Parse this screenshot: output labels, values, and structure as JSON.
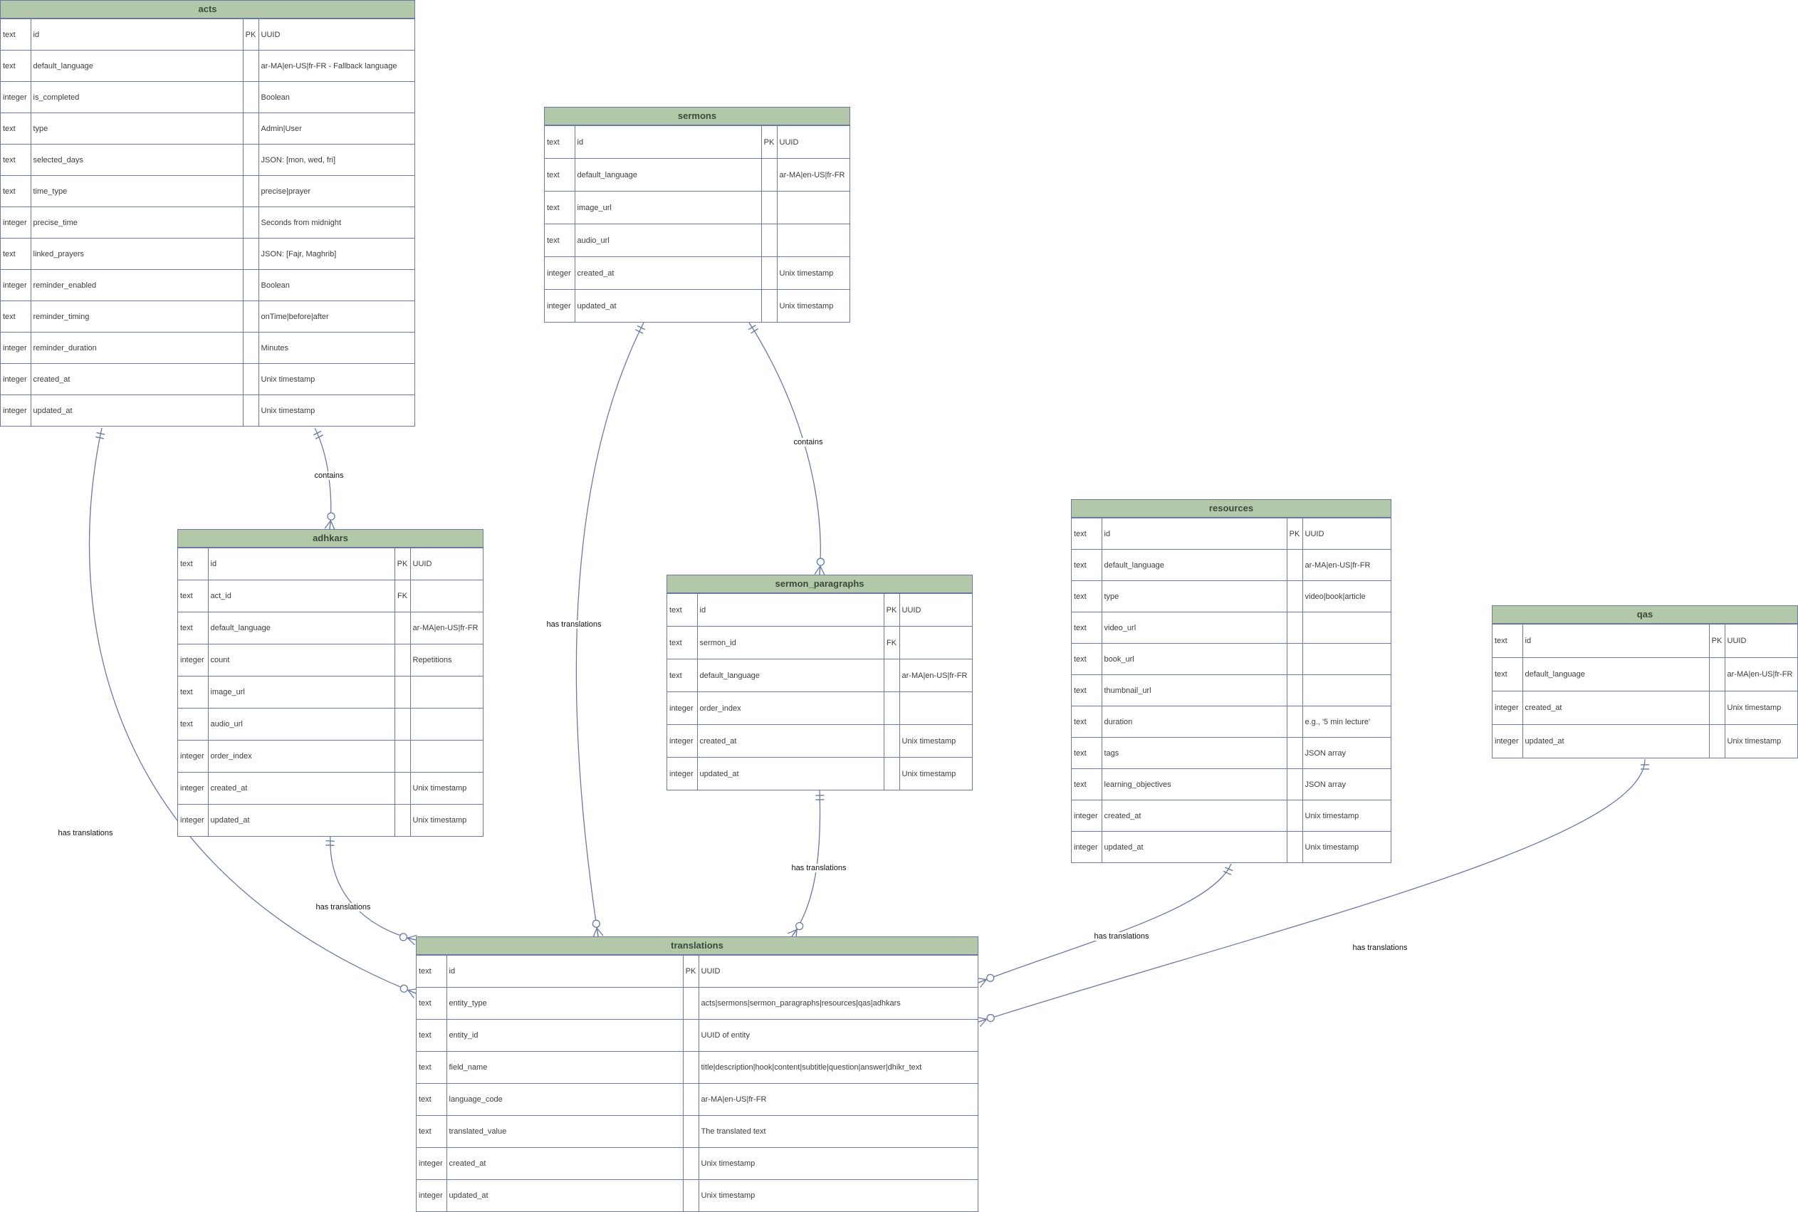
{
  "entities": [
    {
      "id": "acts",
      "name": "acts",
      "columns": [
        {
          "type": "text",
          "name": "id",
          "key": "PK",
          "note": "UUID"
        },
        {
          "type": "text",
          "name": "default_language",
          "key": "",
          "note": "ar-MA|en-US|fr-FR - Fallback language"
        },
        {
          "type": "integer",
          "name": "is_completed",
          "key": "",
          "note": "Boolean"
        },
        {
          "type": "text",
          "name": "type",
          "key": "",
          "note": "Admin|User"
        },
        {
          "type": "text",
          "name": "selected_days",
          "key": "",
          "note": "JSON: [mon, wed, fri]"
        },
        {
          "type": "text",
          "name": "time_type",
          "key": "",
          "note": "precise|prayer"
        },
        {
          "type": "integer",
          "name": "precise_time",
          "key": "",
          "note": "Seconds from midnight"
        },
        {
          "type": "text",
          "name": "linked_prayers",
          "key": "",
          "note": "JSON: [Fajr, Maghrib]"
        },
        {
          "type": "integer",
          "name": "reminder_enabled",
          "key": "",
          "note": "Boolean"
        },
        {
          "type": "text",
          "name": "reminder_timing",
          "key": "",
          "note": "onTime|before|after"
        },
        {
          "type": "integer",
          "name": "reminder_duration",
          "key": "",
          "note": "Minutes"
        },
        {
          "type": "integer",
          "name": "created_at",
          "key": "",
          "note": "Unix timestamp"
        },
        {
          "type": "integer",
          "name": "updated_at",
          "key": "",
          "note": "Unix timestamp"
        }
      ]
    },
    {
      "id": "sermons",
      "name": "sermons",
      "columns": [
        {
          "type": "text",
          "name": "id",
          "key": "PK",
          "note": "UUID"
        },
        {
          "type": "text",
          "name": "default_language",
          "key": "",
          "note": "ar-MA|en-US|fr-FR"
        },
        {
          "type": "text",
          "name": "image_url",
          "key": "",
          "note": ""
        },
        {
          "type": "text",
          "name": "audio_url",
          "key": "",
          "note": ""
        },
        {
          "type": "integer",
          "name": "created_at",
          "key": "",
          "note": "Unix timestamp"
        },
        {
          "type": "integer",
          "name": "updated_at",
          "key": "",
          "note": "Unix timestamp"
        }
      ]
    },
    {
      "id": "adhkars",
      "name": "adhkars",
      "columns": [
        {
          "type": "text",
          "name": "id",
          "key": "PK",
          "note": "UUID"
        },
        {
          "type": "text",
          "name": "act_id",
          "key": "FK",
          "note": ""
        },
        {
          "type": "text",
          "name": "default_language",
          "key": "",
          "note": "ar-MA|en-US|fr-FR"
        },
        {
          "type": "integer",
          "name": "count",
          "key": "",
          "note": "Repetitions"
        },
        {
          "type": "text",
          "name": "image_url",
          "key": "",
          "note": ""
        },
        {
          "type": "text",
          "name": "audio_url",
          "key": "",
          "note": ""
        },
        {
          "type": "integer",
          "name": "order_index",
          "key": "",
          "note": ""
        },
        {
          "type": "integer",
          "name": "created_at",
          "key": "",
          "note": "Unix timestamp"
        },
        {
          "type": "integer",
          "name": "updated_at",
          "key": "",
          "note": "Unix timestamp"
        }
      ]
    },
    {
      "id": "sermon_paragraphs",
      "name": "sermon_paragraphs",
      "columns": [
        {
          "type": "text",
          "name": "id",
          "key": "PK",
          "note": "UUID"
        },
        {
          "type": "text",
          "name": "sermon_id",
          "key": "FK",
          "note": ""
        },
        {
          "type": "text",
          "name": "default_language",
          "key": "",
          "note": "ar-MA|en-US|fr-FR"
        },
        {
          "type": "integer",
          "name": "order_index",
          "key": "",
          "note": ""
        },
        {
          "type": "integer",
          "name": "created_at",
          "key": "",
          "note": "Unix timestamp"
        },
        {
          "type": "integer",
          "name": "updated_at",
          "key": "",
          "note": "Unix timestamp"
        }
      ]
    },
    {
      "id": "resources",
      "name": "resources",
      "columns": [
        {
          "type": "text",
          "name": "id",
          "key": "PK",
          "note": "UUID"
        },
        {
          "type": "text",
          "name": "default_language",
          "key": "",
          "note": "ar-MA|en-US|fr-FR"
        },
        {
          "type": "text",
          "name": "type",
          "key": "",
          "note": "video|book|article"
        },
        {
          "type": "text",
          "name": "video_url",
          "key": "",
          "note": ""
        },
        {
          "type": "text",
          "name": "book_url",
          "key": "",
          "note": ""
        },
        {
          "type": "text",
          "name": "thumbnail_url",
          "key": "",
          "note": ""
        },
        {
          "type": "text",
          "name": "duration",
          "key": "",
          "note": "e.g., '5 min lecture'"
        },
        {
          "type": "text",
          "name": "tags",
          "key": "",
          "note": "JSON array"
        },
        {
          "type": "text",
          "name": "learning_objectives",
          "key": "",
          "note": "JSON array"
        },
        {
          "type": "integer",
          "name": "created_at",
          "key": "",
          "note": "Unix timestamp"
        },
        {
          "type": "integer",
          "name": "updated_at",
          "key": "",
          "note": "Unix timestamp"
        }
      ]
    },
    {
      "id": "qas",
      "name": "qas",
      "columns": [
        {
          "type": "text",
          "name": "id",
          "key": "PK",
          "note": "UUID"
        },
        {
          "type": "text",
          "name": "default_language",
          "key": "",
          "note": "ar-MA|en-US|fr-FR"
        },
        {
          "type": "integer",
          "name": "created_at",
          "key": "",
          "note": "Unix timestamp"
        },
        {
          "type": "integer",
          "name": "updated_at",
          "key": "",
          "note": "Unix timestamp"
        }
      ]
    },
    {
      "id": "translations",
      "name": "translations",
      "columns": [
        {
          "type": "text",
          "name": "id",
          "key": "PK",
          "note": "UUID"
        },
        {
          "type": "text",
          "name": "entity_type",
          "key": "",
          "note": "acts|sermons|sermon_paragraphs|resources|qas|adhkars"
        },
        {
          "type": "text",
          "name": "entity_id",
          "key": "",
          "note": "UUID of entity"
        },
        {
          "type": "text",
          "name": "field_name",
          "key": "",
          "note": "title|description|hook|content|subtitle|question|answer|dhikr_text"
        },
        {
          "type": "text",
          "name": "language_code",
          "key": "",
          "note": "ar-MA|en-US|fr-FR"
        },
        {
          "type": "text",
          "name": "translated_value",
          "key": "",
          "note": "The translated text"
        },
        {
          "type": "integer",
          "name": "created_at",
          "key": "",
          "note": "Unix timestamp"
        },
        {
          "type": "integer",
          "name": "updated_at",
          "key": "",
          "note": "Unix timestamp"
        }
      ]
    }
  ],
  "relationships": [
    {
      "id": "acts-adhkars",
      "label": "contains",
      "from": "acts",
      "to": "adhkars",
      "from_card": "one",
      "to_card": "zero-many"
    },
    {
      "id": "sermons-paragraphs",
      "label": "contains",
      "from": "sermons",
      "to": "sermon_paragraphs",
      "from_card": "one",
      "to_card": "zero-many"
    },
    {
      "id": "acts-translations",
      "label": "has translations",
      "from": "acts",
      "to": "translations",
      "from_card": "one",
      "to_card": "zero-many"
    },
    {
      "id": "adhkars-translations",
      "label": "has translations",
      "from": "adhkars",
      "to": "translations",
      "from_card": "one",
      "to_card": "zero-many"
    },
    {
      "id": "sermons-translations",
      "label": "has translations",
      "from": "sermons",
      "to": "translations",
      "from_card": "one",
      "to_card": "zero-many"
    },
    {
      "id": "paragraphs-translations",
      "label": "has translations",
      "from": "sermon_paragraphs",
      "to": "translations",
      "from_card": "one",
      "to_card": "zero-many"
    },
    {
      "id": "resources-translations",
      "label": "has translations",
      "from": "resources",
      "to": "translations",
      "from_card": "one",
      "to_card": "zero-many"
    },
    {
      "id": "qas-translations",
      "label": "has translations",
      "from": "qas",
      "to": "translations",
      "from_card": "one",
      "to_card": "zero-many"
    }
  ],
  "colors": {
    "header": "#b2c8a8",
    "border": "#6c7aa3",
    "edge": "#6c7aa3"
  }
}
